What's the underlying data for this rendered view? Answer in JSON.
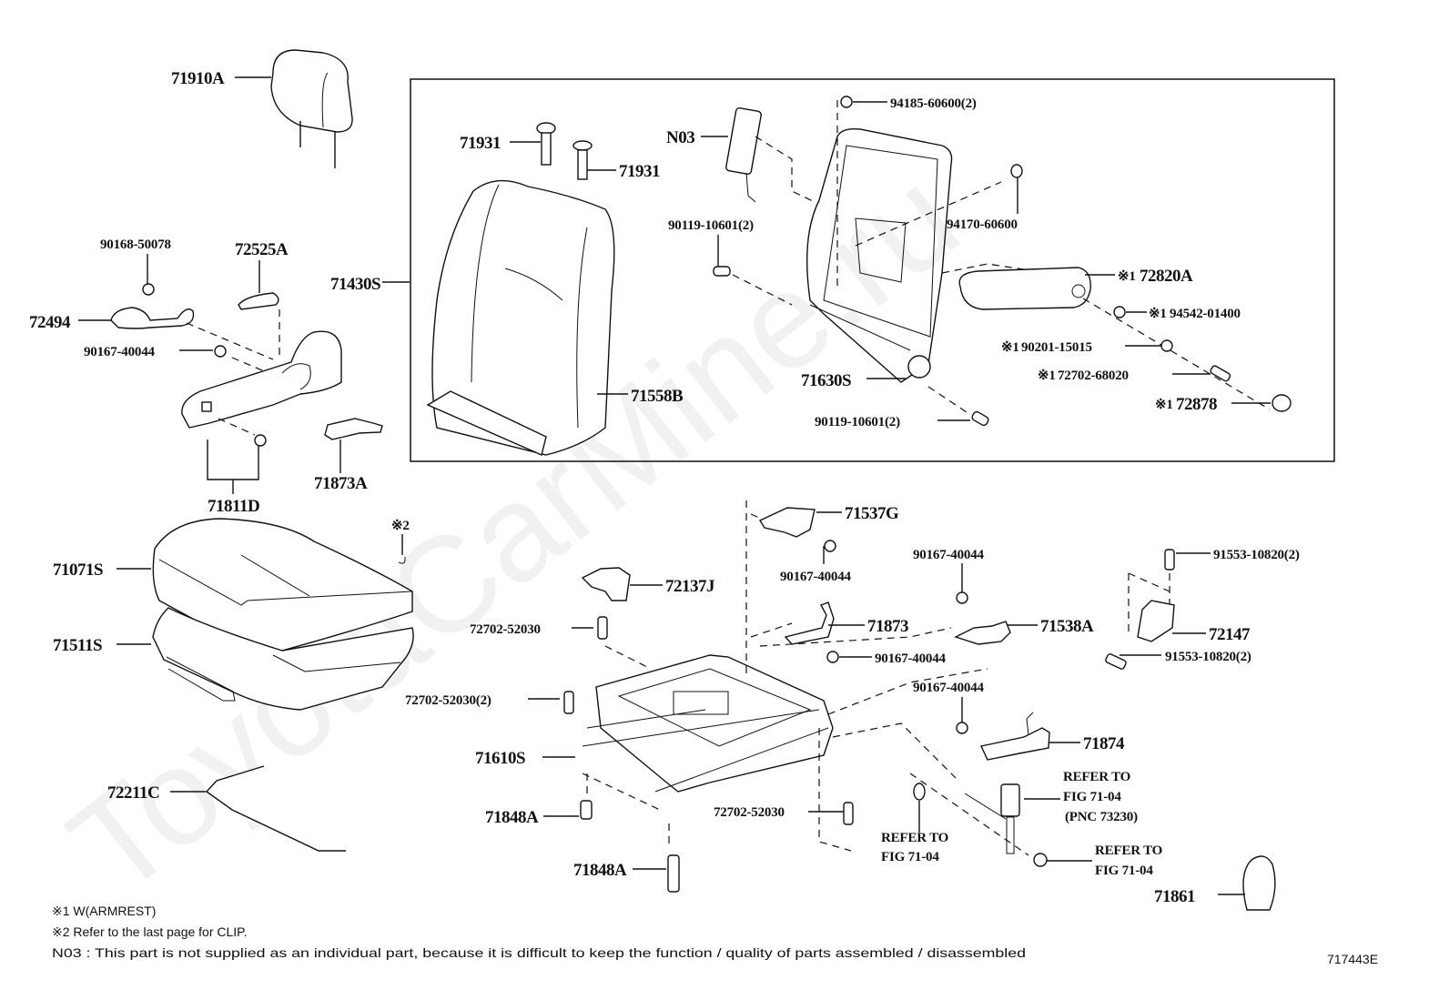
{
  "watermark": "ToyotaCarMine.ru",
  "figure_id": "717443E",
  "labels": {
    "headrest": "71910A",
    "seatback_assy": "71430S",
    "pin_1": "71931",
    "pin_2": "71931",
    "airbag": "N03",
    "nut_top": "94185-60600(2)",
    "grommet": "94170-60600",
    "bolt_frame_upper": "90119-10601(2)",
    "bolt_frame_lower": "90119-10601(2)",
    "seatback_cover": "71558B",
    "seatback_frame": "71630S",
    "armrest": "72820A",
    "armrest_washer1": "94542-01400",
    "armrest_washer2": "90201-15015",
    "armrest_bolt": "72702-68020",
    "armrest_cap": "72878",
    "screw_knob": "90168-50078",
    "lever_cover": "72525A",
    "handle": "72494",
    "screw_shield": "90167-40044",
    "shield": "71811D",
    "bracket_71873A": "71873A",
    "cushion_cover": "71071S",
    "cushion_pad": "71511S",
    "clip_note": "※2",
    "wire": "72211C",
    "shield_bracket": "71537G",
    "screw_71537G": "90167-40044",
    "cover_72137J": "72137J",
    "bolt_track_1": "72702-52030",
    "bolt_track_2": "72702-52030(2)",
    "bolt_track_3": "72702-52030",
    "seat_track": "71610S",
    "pin_71848A_1": "71848A",
    "pin_71848A_2": "71848A",
    "bracket_71873": "71873",
    "screw_71873": "90167-40044",
    "screw_71538A": "90167-40044",
    "bracket_71538A": "71538A",
    "screw_71874": "90167-40044",
    "bracket_71874": "71874",
    "bolt_72147_top": "91553-10820(2)",
    "bolt_72147_bottom": "91553-10820(2)",
    "bracket_72147": "72147",
    "refer_buckle_1": "REFER TO",
    "refer_buckle_2": "FIG 71-04",
    "refer_buckle_3": "(PNC 73230)",
    "refer_a_1": "REFER TO",
    "refer_a_2": "FIG 71-04",
    "refer_b_1": "REFER TO",
    "refer_b_2": "FIG 71-04",
    "cover_71861": "71861",
    "mark1": "※1",
    "mark1b": "※1",
    "mark1c": "※1",
    "mark1d": "※1",
    "mark1e": "※1"
  },
  "notes": [
    "※1  W(ARMREST)",
    "※2  Refer to the last page for CLIP.",
    "N03 : This part is not supplied as an individual part, because it is difficult to keep the function / quality of parts assembled / disassembled"
  ]
}
